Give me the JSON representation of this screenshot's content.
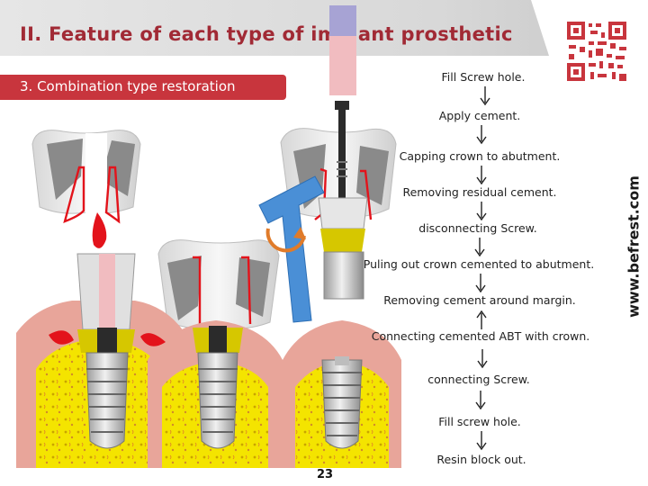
{
  "slide": {
    "title": "II. Feature of each type of implant prosthetic",
    "section": "3. Combination type restoration",
    "side_url": "www.befrest.com",
    "page_number": "23"
  },
  "procedure_steps": [
    "Fill Screw hole.",
    "Apply cement.",
    "Capping crown to abutment.",
    "Removing residual cement.",
    "disconnecting Screw.",
    "Puling out crown cemented to abutment.",
    "Removing cement around margin.",
    "Connecting cemented ABT with crown.",
    "connecting Screw.",
    "Fill screw hole.",
    "Resin block out."
  ],
  "colors": {
    "title": "#a12a35",
    "section_bar": "#c8353d",
    "cement": "#e3131b",
    "bone": "#f2e300",
    "gum": "#e8a59a",
    "tool": "#4a8fd6",
    "abutment_collar": "#d6c700"
  }
}
